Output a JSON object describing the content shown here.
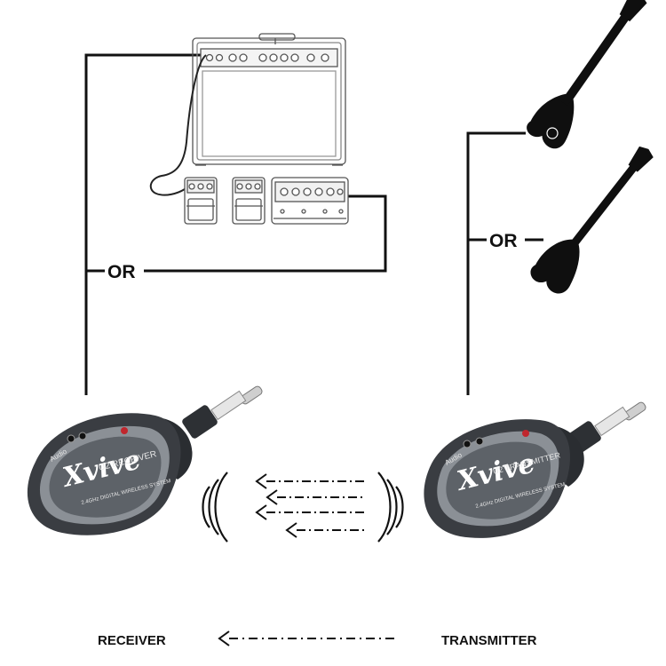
{
  "labels": {
    "or_left": "OR",
    "or_right": "OR",
    "receiver": "RECEIVER",
    "transmitter": "TRANSMITTER"
  },
  "receiver_device": {
    "brand": "Xvive",
    "model": "U2 RECEIVER",
    "tagline": "2.4GHz DIGITAL WIRELESS SYSTEM",
    "audio_label": "Audio"
  },
  "transmitter_device": {
    "brand": "Xvive",
    "model": "U2 TRANSMITTER",
    "tagline": "2.4GHz DIGITAL WIRELESS SYSTEM",
    "audio_label": "Audio"
  },
  "colors": {
    "line": "#111111",
    "device_body": "#3a3d42",
    "device_face": "#8b9096",
    "accent_red": "#c0262d"
  },
  "icons": [
    "guitar-amplifier-icon",
    "effect-pedal-icon",
    "multi-effects-pedal-icon",
    "electric-guitar-icon",
    "bass-guitar-icon",
    "wireless-waves-icon"
  ]
}
